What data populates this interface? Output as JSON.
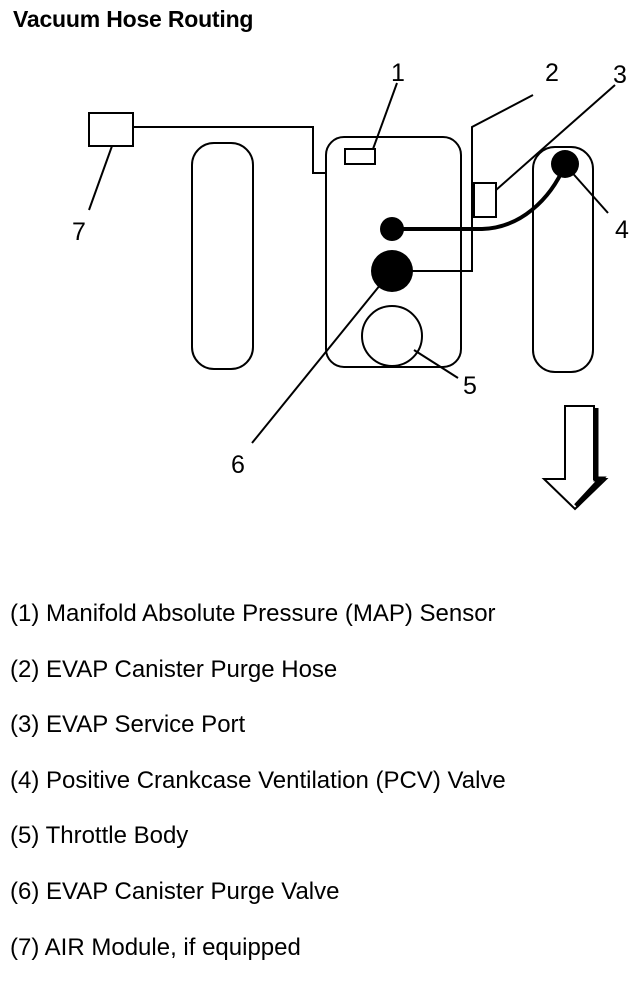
{
  "title": "Vacuum Hose Routing",
  "callouts": [
    "1",
    "2",
    "3",
    "4",
    "5",
    "6",
    "7"
  ],
  "legend": [
    "(1) Manifold Absolute Pressure (MAP) Sensor",
    "(2) EVAP Canister Purge Hose",
    "(3) EVAP Service Port",
    "(4) Positive Crankcase Ventilation (PCV) Valve",
    "(5) Throttle Body",
    "(6) EVAP Canister Purge Valve",
    "(7) AIR Module, if equipped"
  ]
}
